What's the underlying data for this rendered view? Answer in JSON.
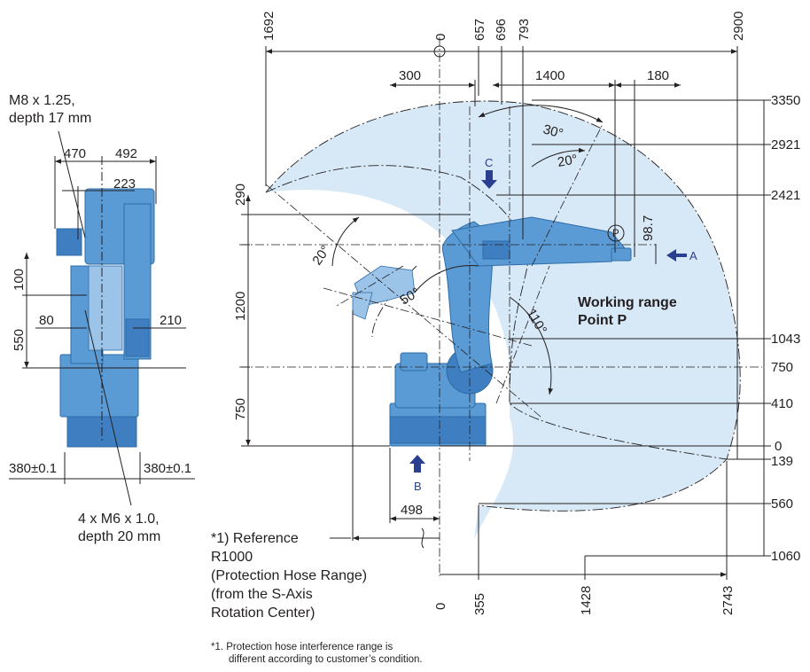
{
  "side_view": {
    "callout_top": [
      "M8 x 1.25,",
      "depth 17 mm"
    ],
    "callout_bottom": [
      "4 x M6 x 1.0,",
      "depth 20 mm"
    ],
    "dims": {
      "w470": "470",
      "w492": "492",
      "w223": "223",
      "h100": "100",
      "h550": "550",
      "w80": "80",
      "w210": "210",
      "base_left": "380±0.1",
      "base_right": "380±0.1"
    }
  },
  "range_view": {
    "top_dims": {
      "d1692": "1692",
      "d0": "0",
      "d657": "657",
      "d696": "696",
      "d793": "793",
      "d2900": "2900",
      "d300": "300",
      "d1400": "1400",
      "d180": "180"
    },
    "right_dims": {
      "r3350": "3350",
      "r2921": "2921",
      "r2421": "2421",
      "r1043": "1043",
      "r750": "750",
      "r410": "410",
      "r0": "0",
      "r139": "139",
      "r560": "560",
      "r1060": "1060"
    },
    "left_dims": {
      "l290": "290",
      "l1200": "1200",
      "l750": "750"
    },
    "bottom_dims": {
      "b0": "0",
      "b355": "355",
      "b1428": "1428",
      "b2743": "2743",
      "b498": "498"
    },
    "angles": {
      "a30": "30°",
      "a20a": "20°",
      "a20b": "20°",
      "a50": "50°",
      "a110": "110°"
    },
    "dim_98_7": "98.7",
    "point_marker": "P",
    "arrows": {
      "A": "A",
      "B": "B",
      "C": "C"
    },
    "working_range": [
      "Working range",
      "Point P"
    ],
    "reference": [
      "*1) Reference",
      "R1000",
      "(Protection Hose Range)",
      "(from the S-Axis",
      "Rotation Center)"
    ],
    "footnote": [
      "*1. Protection hose interference range is",
      "different according to customer’s condition."
    ]
  },
  "colors": {
    "robot": "#5b9bd5",
    "range_fill": "#d7e9f7",
    "arrow": "#2a3f8f"
  }
}
